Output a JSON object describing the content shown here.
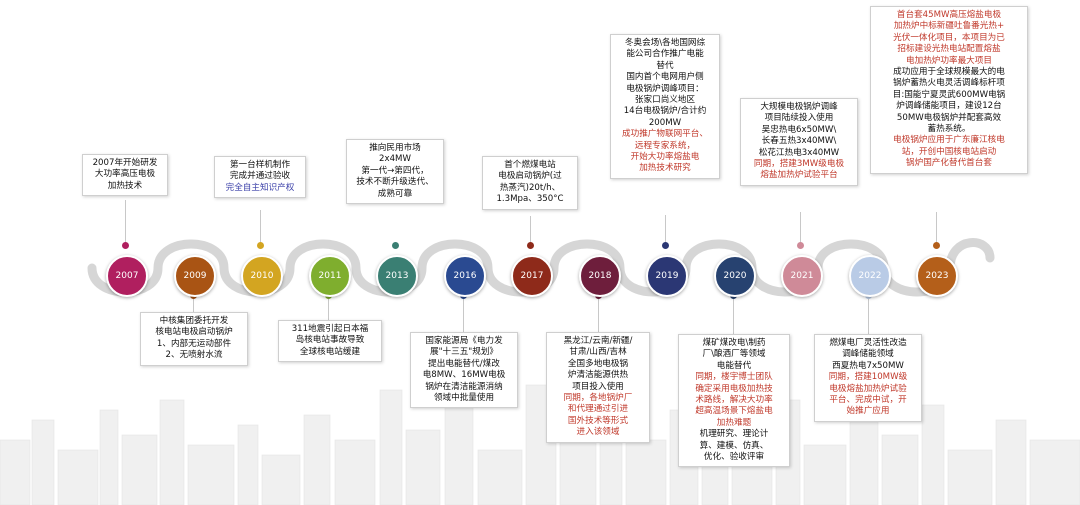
{
  "timeline": {
    "years": [
      {
        "year": "2007",
        "color": "#b01f5f"
      },
      {
        "year": "2009",
        "color": "#a95414"
      },
      {
        "year": "2010",
        "color": "#d3a521"
      },
      {
        "year": "2011",
        "color": "#7fae2e"
      },
      {
        "year": "2013",
        "color": "#3a7f73"
      },
      {
        "year": "2016",
        "color": "#2a4a91"
      },
      {
        "year": "2017",
        "color": "#8e2a1a"
      },
      {
        "year": "2018",
        "color": "#6e1e3c"
      },
      {
        "year": "2019",
        "color": "#2b3774"
      },
      {
        "year": "2020",
        "color": "#274270"
      },
      {
        "year": "2021",
        "color": "#cf8a98"
      },
      {
        "year": "2022",
        "color": "#b9cbe6"
      },
      {
        "year": "2023",
        "color": "#b45f1a"
      }
    ]
  },
  "events": {
    "e2007": [
      "2007年开始研发",
      "大功率高压电极",
      "加热技术"
    ],
    "e2009": [
      "中核集团委托开发",
      "核电站电极启动锅炉",
      "1、内部无运动部件",
      "2、无喷射水流"
    ],
    "e2010": [
      "第一台样机制作",
      "完成并通过验收"
    ],
    "e2010_blue": "完全自主知识产权",
    "e2011": [
      "311地震引起日本福",
      "岛核电站事故导致",
      "全球核电站缓建"
    ],
    "e2013": [
      "推向民用市场",
      "2x4MW",
      "第一代→第四代，",
      "技术不断升级迭代、",
      "成熟可靠"
    ],
    "e2016": [
      "国家能源局《电力发",
      "展\"十三五\"规划》",
      "提出电能替代/煤改",
      "电8MW、16MW电极",
      "锅炉在清洁能源消纳",
      "领域中批量使用"
    ],
    "e2017": [
      "首个燃煤电站",
      "电极启动锅炉(过",
      "热蒸汽)20t/h、",
      "1.3Mpa、350°C"
    ],
    "e2018": [
      "黑龙江/云南/新疆/",
      "甘肃/山西/吉林",
      "全国多地电极锅",
      "炉清洁能源供热",
      "项目投入使用"
    ],
    "e2018_red": [
      "同期，各地锅炉厂",
      "和代理通过引进",
      "国外技术等形式",
      "进入该领域"
    ],
    "e2019": [
      "冬奥会场\\各地国网综",
      "能公司合作推广电能",
      "替代",
      "国内首个电网用户侧",
      "电极锅炉调峰项目：",
      "张家口尚义地区",
      "14台电极锅炉/合计约",
      "200MW"
    ],
    "e2019_red": [
      "成功推广物联网平台、",
      "远程专家系统，",
      "开始大功率熔盐电",
      "加热技术研究"
    ],
    "e2020": [
      "煤矿煤改电\\制药",
      "厂\\酿酒厂等领域",
      "电能替代"
    ],
    "e2020_red": [
      "同期，楼宇博士团队",
      "确定采用电极加热技",
      "术路线，解决大功率",
      "超高温场景下熔盐电",
      "加热难题"
    ],
    "e2020_extra": [
      "机理研究、理论计",
      "算、建模、仿真、",
      "优化、验收评审"
    ],
    "e2021": [
      "大规模电极锅炉调峰",
      "项目陆续投入使用",
      "吴忠热电6x50MW\\",
      "长春五热3x40MW\\",
      "松花江热电3x40MW"
    ],
    "e2021_red": [
      "同期，搭建3MW级电极",
      "熔盐加热炉试验平台"
    ],
    "e2022": [
      "燃煤电厂灵活性改造",
      "调峰储能领域",
      "西夏热电7x50MW"
    ],
    "e2022_red": [
      "同期，搭建10MW级",
      "电极熔盐加热炉试验",
      "平台、完成中试，开",
      "始推广应用"
    ],
    "e2023_red": [
      "首台套45MW高压熔盐电极",
      "加热炉中标新疆吐鲁番光热+",
      "光伏一体化项目，本项目为已",
      "招标建设光热电站配置熔盐",
      "电加热炉功率最大项目"
    ],
    "e2023": [
      "成功应用于全球规模最大的电",
      "锅炉蓄热火电灵活调峰标杆项",
      "目:国能宁夏灵武600MW电锅",
      "炉调峰储能项目，建设12台",
      "50MW电极锅炉并配套高效",
      "蓄热系统。"
    ],
    "e2023_red2": [
      "电极锅炉应用于广东廉江核电",
      "站，开创中国核电站启动",
      "锅炉国产化替代首台套"
    ]
  }
}
